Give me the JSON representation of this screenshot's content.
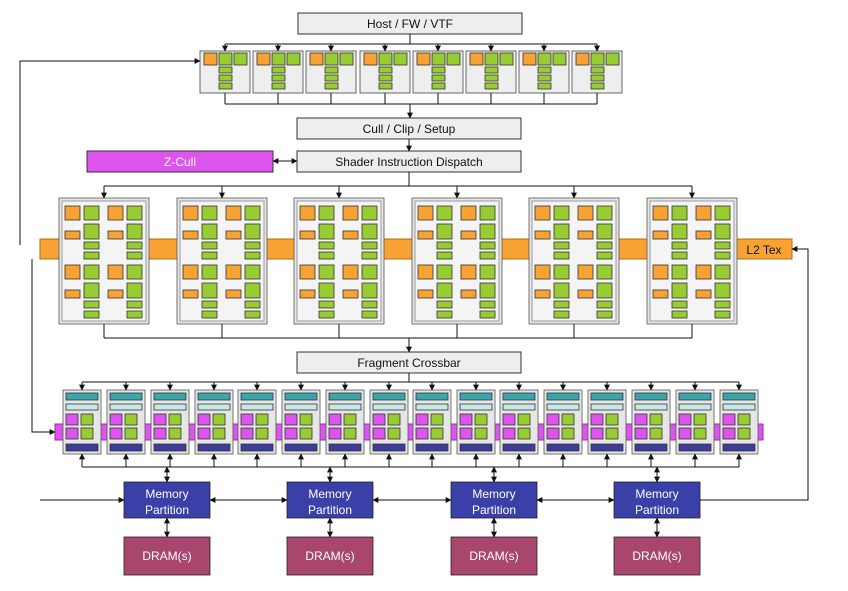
{
  "colors": {
    "orange": "#f7a233",
    "green": "#99cc33",
    "magenta": "#dd55ee",
    "teal": "#3aa6ab",
    "light_teal": "#c8e8e8",
    "navy": "#3c3c9a",
    "memory": "#3b3fa8",
    "dram": "#a8466e",
    "grey_box": "#eeeeee"
  },
  "labels": {
    "host": "Host / FW / VTF",
    "cull": "Cull / Clip / Setup",
    "zcull": "Z-Cull",
    "dispatch": "Shader Instruction Dispatch",
    "l2tex": "L2 Tex",
    "crossbar": "Fragment Crossbar",
    "memory_line1": "Memory",
    "memory_line2": "Partition",
    "dram": "DRAM(s)"
  }
}
